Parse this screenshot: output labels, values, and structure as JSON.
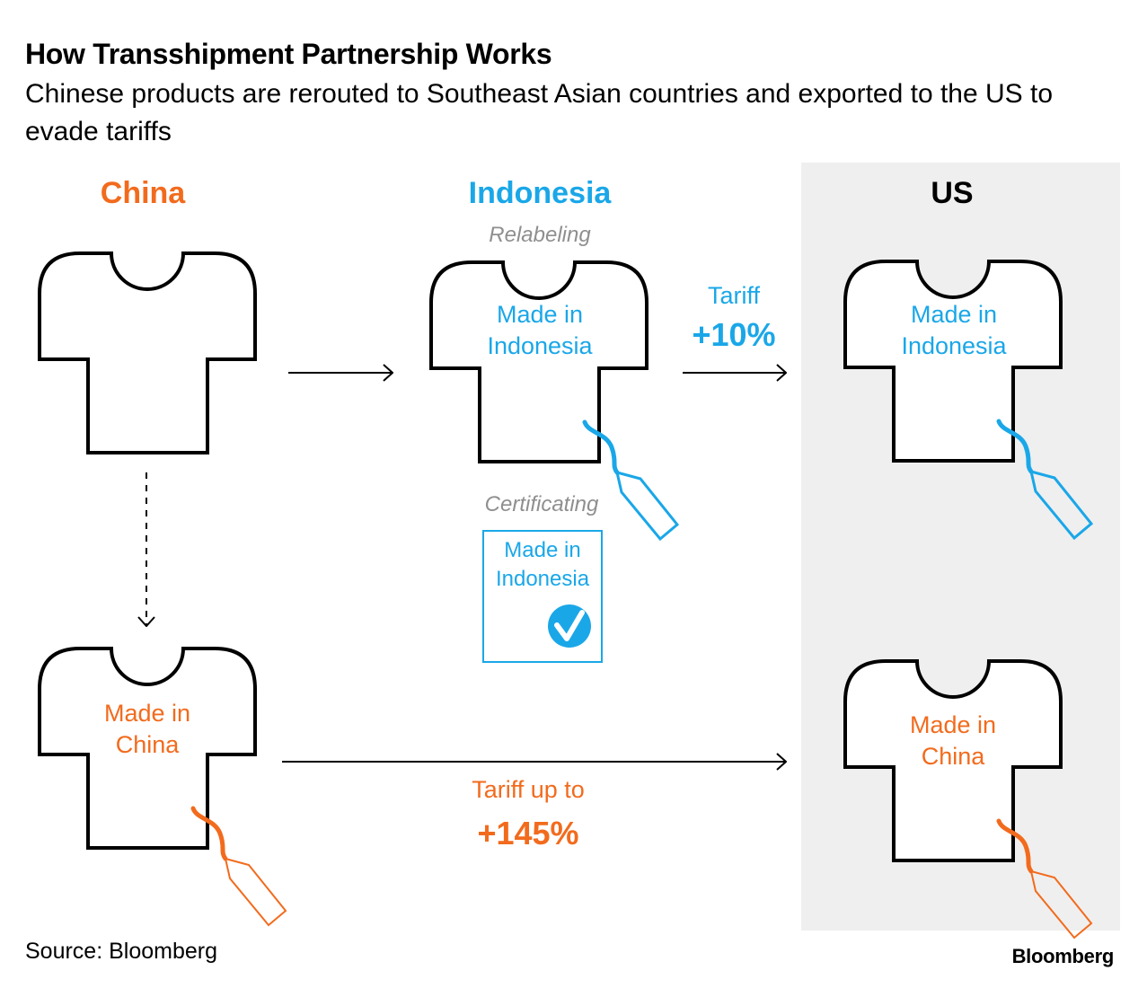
{
  "header": {
    "title": "How Transshipment Partnership Works",
    "subtitle": "Chinese products are rerouted to Southeast Asian countries and exported to the US to evade tariffs"
  },
  "columns": {
    "china": {
      "label": "China",
      "color": "#f26b1d"
    },
    "indonesia": {
      "label": "Indonesia",
      "color": "#1aa7e8"
    },
    "us": {
      "label": "US",
      "color": "#000000"
    }
  },
  "steps": {
    "relabeling": "Relabeling",
    "certificating": "Certificating"
  },
  "shirts": {
    "china_plain": {
      "label": ""
    },
    "indonesia_relabeled": {
      "label_line1": "Made in",
      "label_line2": "Indonesia"
    },
    "china_labeled": {
      "label_line1": "Made in",
      "label_line2": "China"
    },
    "us_indonesia": {
      "label_line1": "Made in",
      "label_line2": "Indonesia"
    },
    "us_china": {
      "label_line1": "Made in",
      "label_line2": "China"
    }
  },
  "certificate": {
    "line1": "Made in",
    "line2": "Indonesia",
    "icon": "checkmark-circle-icon"
  },
  "flows": {
    "via_indonesia": {
      "label": "Tariff",
      "value": "+10%"
    },
    "direct": {
      "label": "Tariff up to",
      "value": "+145%"
    }
  },
  "footer": {
    "source": "Source: Bloomberg",
    "logo": "Bloomberg"
  },
  "colors": {
    "china": "#f26b1d",
    "indonesia": "#1aa7e8",
    "us_panel": "#efefef"
  }
}
